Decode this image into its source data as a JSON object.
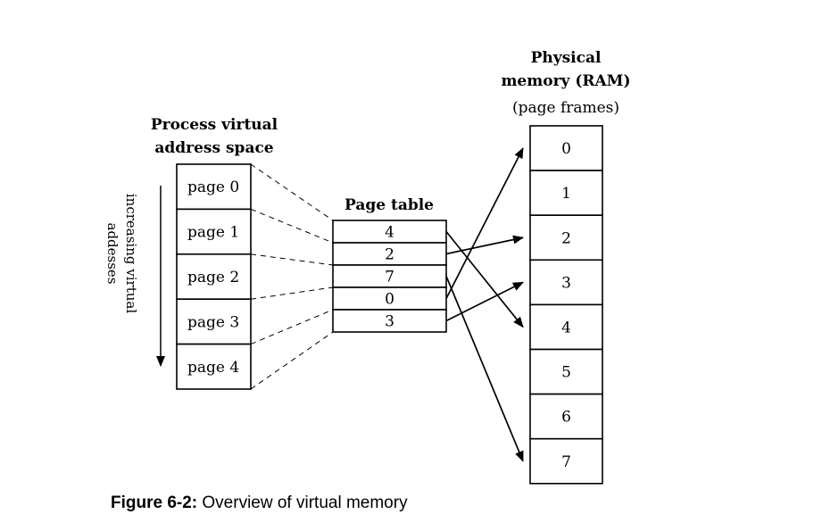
{
  "process": {
    "title_lines": [
      "Process virtual",
      "address space"
    ],
    "pages": [
      "page 0",
      "page 1",
      "page 2",
      "page 3",
      "page 4"
    ],
    "axis_label_lines": [
      "increasing virtual",
      "addesses"
    ]
  },
  "page_table": {
    "title": "Page table",
    "entries": [
      "4",
      "2",
      "7",
      "0",
      "3"
    ]
  },
  "physical": {
    "title_lines": [
      "Physical",
      "memory (RAM)"
    ],
    "subtitle": "(page frames)",
    "frames": [
      "0",
      "1",
      "2",
      "3",
      "4",
      "5",
      "6",
      "7"
    ]
  },
  "caption": {
    "label": "Figure 6-2:",
    "text": " Overview of virtual memory"
  }
}
